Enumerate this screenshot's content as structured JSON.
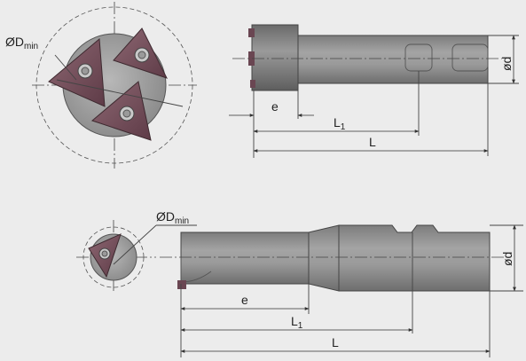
{
  "top_view": {
    "dmin_symbol": "ØD",
    "dmin_subscript": "min",
    "e_label": "e",
    "l1_label": "L",
    "l1_subscript": "1",
    "l_label": "L",
    "d_label": "ød"
  },
  "bottom_view": {
    "dmin_symbol": "ØD",
    "dmin_subscript": "min",
    "e_label": "e",
    "l1_label": "L",
    "l1_subscript": "1",
    "l_label": "L",
    "d_label": "ød"
  },
  "colors": {
    "background": "#ececec",
    "tool_body": "#8f8f8f",
    "insert": "#7a5660",
    "insert_dark": "#5a3a44"
  }
}
